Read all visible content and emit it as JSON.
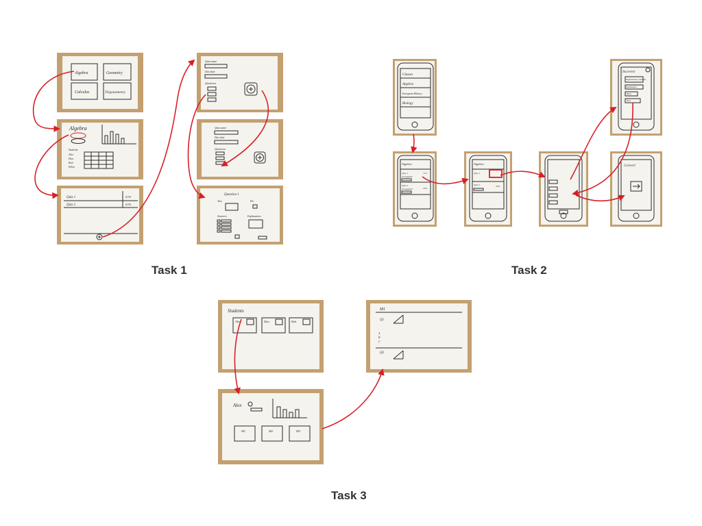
{
  "captions": {
    "task1": "Task 1",
    "task2": "Task 2",
    "task3": "Task 3"
  },
  "colors": {
    "arrow": "#d81f26",
    "table_wood": "#c4a070",
    "paper": "#f4f3ee",
    "ink": "#2a2a2a",
    "caption": "#333333"
  },
  "task1": {
    "subjects": [
      "Algebra",
      "Geometry",
      "Calculus",
      "Trigonometry"
    ],
    "overview_title": "Algebra",
    "students": [
      "Alex",
      "Dan",
      "Bob",
      "Elliot"
    ],
    "quizzes": [
      {
        "name": "Quiz 1",
        "status": "0/33"
      },
      {
        "name": "Quiz 2",
        "status": "0/35"
      }
    ],
    "form_labels": [
      "Quiz name",
      "Due date",
      "Questions"
    ],
    "question_editor_title": "Question 1",
    "question_editor_labels": [
      "Text",
      "Pic",
      "Answers",
      "Explanation"
    ]
  },
  "task2": {
    "classes": [
      "Algebra",
      "European History",
      "Biology"
    ],
    "class_title": "Algebra",
    "quiz_rows": [
      {
        "name": "Quiz 1",
        "state": "uncompleted",
        "pct": "71%"
      },
      {
        "name": "Quiz 2",
        "state": "uncompleted",
        "pct": "20%"
      }
    ],
    "incorrect_title": "Incorrect",
    "incorrect_options": [
      "Supplementary material",
      "Explanation",
      "Retry",
      "Next"
    ],
    "correct_title": "Correct!"
  },
  "task3": {
    "students_title": "Students",
    "students": [
      "Alex",
      "Dan",
      "Bob"
    ],
    "student_title": "Alex",
    "quiz_cards": [
      "M1",
      "M2",
      "M3"
    ],
    "quiz_detail_title": "M1",
    "quiz_detail_questions": [
      "Q1",
      "Q2"
    ]
  }
}
